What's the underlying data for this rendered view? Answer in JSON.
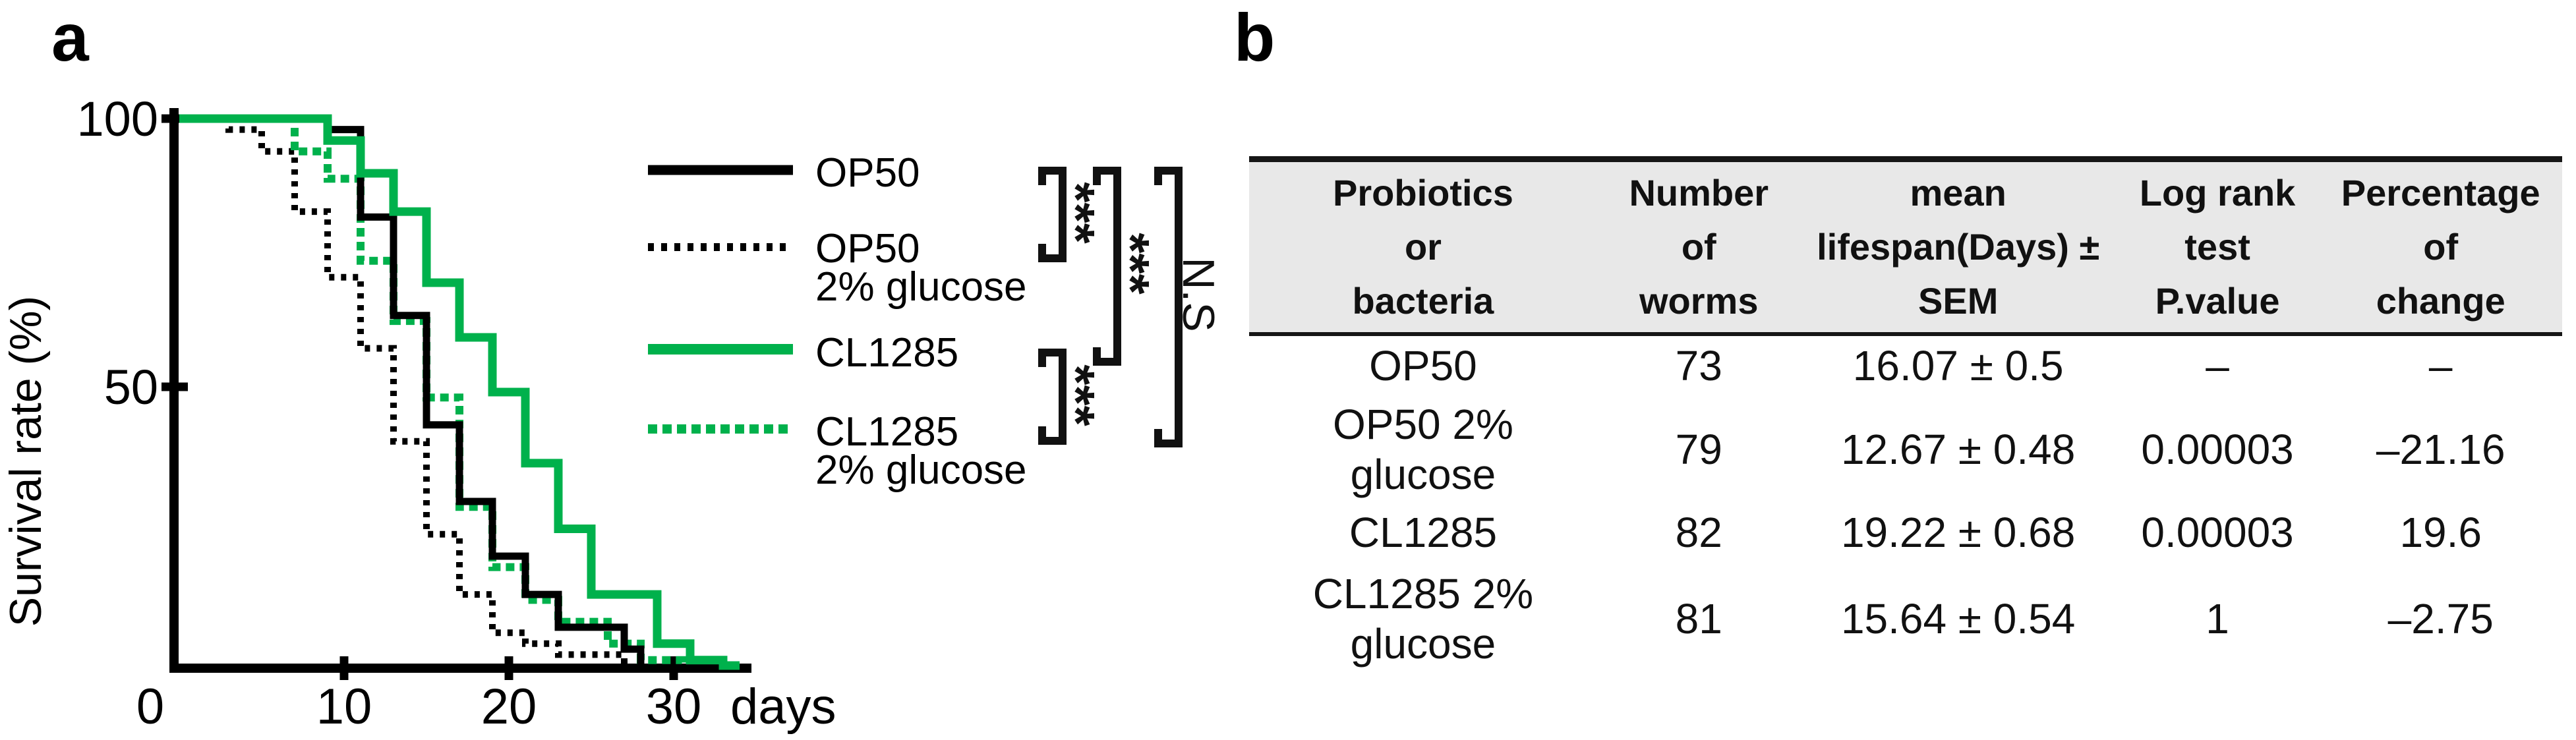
{
  "figure": {
    "panel_a_label": "a",
    "panel_b_label": "b"
  },
  "chart": {
    "y_axis_label": "Survival rate (%)",
    "x_axis_unit_label": "days",
    "y_tick_labels": {
      "t100": "100",
      "t50": "50"
    },
    "x_tick_labels": {
      "t0": "0",
      "t10": "10",
      "t20": "20",
      "t30": "30"
    },
    "accent_green": "#00b14c",
    "line_black": "#000000",
    "legend": [
      {
        "line1": "OP50",
        "line2": "",
        "style": "solid",
        "color": "#000000"
      },
      {
        "line1": "OP50",
        "line2": "2% glucose",
        "style": "dotted",
        "color": "#000000"
      },
      {
        "line1": "CL1285",
        "line2": "",
        "style": "solid",
        "color": "#00b14c"
      },
      {
        "line1": "CL1285",
        "line2": "2% glucose",
        "style": "dotted",
        "color": "#00b14c"
      }
    ],
    "significance": [
      {
        "between": "OP50 vs OP50 2% glucose",
        "label": "***"
      },
      {
        "between": "OP50 vs CL1285",
        "label": "***"
      },
      {
        "between": "OP50 vs CL1285 2% glucose",
        "label": "N.S"
      },
      {
        "between": "CL1285 vs CL1285 2% glucose",
        "label": "***"
      }
    ]
  },
  "chart_data": {
    "type": "line",
    "subtype": "kaplan-meier-step-survival",
    "title": "",
    "xlabel": "days",
    "ylabel": "Survival rate (%)",
    "xlim": [
      0,
      35
    ],
    "xticks": [
      0,
      10,
      20,
      30
    ],
    "ylim": [
      0,
      100
    ],
    "yticks": [
      0,
      50,
      100
    ],
    "grid": false,
    "legend_position": "right",
    "start_survival_percent": 100,
    "series": [
      {
        "name": "OP50",
        "color": "#000000",
        "line_style": "solid",
        "drop_days": [
          9,
          11,
          13,
          15,
          17,
          19,
          21,
          23,
          27,
          28
        ],
        "survival_after_drop": [
          98,
          82,
          64,
          44,
          30,
          20,
          13,
          7,
          3,
          0
        ],
        "baseline_until": 28
      },
      {
        "name": "OP50 2% glucose",
        "color": "#000000",
        "line_style": "dotted",
        "drop_days": [
          3,
          5,
          7,
          9,
          11,
          13,
          15,
          17,
          19,
          21,
          23,
          27
        ],
        "survival_after_drop": [
          98,
          94,
          83,
          71,
          58,
          41,
          24,
          13,
          6,
          4,
          2,
          0
        ],
        "baseline_until": 27
      },
      {
        "name": "CL1285",
        "color": "#00b14c",
        "line_style": "solid",
        "drop_days": [
          9,
          11,
          13,
          15,
          17,
          19,
          21,
          23,
          25,
          29,
          31,
          33
        ],
        "survival_after_drop": [
          96,
          90,
          83,
          70,
          60,
          50,
          37,
          25,
          13,
          4,
          1,
          0
        ],
        "baseline_until": 34
      },
      {
        "name": "CL1285 2% glucose",
        "color": "#00b14c",
        "line_style": "dotted",
        "drop_days": [
          7,
          9,
          11,
          13,
          15,
          17,
          19,
          21,
          23,
          26,
          28,
          30.5
        ],
        "survival_after_drop": [
          94,
          89,
          74,
          63,
          49,
          29,
          18,
          12,
          8,
          4,
          1,
          0
        ],
        "baseline_until": 30.5
      }
    ]
  },
  "table": {
    "columns": [
      {
        "lines": [
          "Probiotics",
          "or",
          "bacteria"
        ]
      },
      {
        "lines": [
          "Number",
          "of",
          "worms"
        ]
      },
      {
        "lines": [
          "mean",
          "lifespan(Days) ±",
          "SEM"
        ]
      },
      {
        "lines": [
          "Log rank",
          "test",
          "P.value"
        ]
      },
      {
        "lines": [
          "Percentage",
          "of",
          "change"
        ]
      }
    ],
    "rows": [
      {
        "name1": "OP50",
        "name2": "",
        "worms": "73",
        "lifespan": "16.07 ± 0.5",
        "pvalue": "–",
        "change": "–"
      },
      {
        "name1": "OP50 2%",
        "name2": "glucose",
        "worms": "79",
        "lifespan": "12.67 ± 0.48",
        "pvalue": "0.00003",
        "change": "–21.16"
      },
      {
        "name1": "CL1285",
        "name2": "",
        "worms": "82",
        "lifespan": "19.22 ± 0.68",
        "pvalue": "0.00003",
        "change": "19.6"
      },
      {
        "name1": "CL1285 2%",
        "name2": "glucose",
        "worms": "81",
        "lifespan": "15.64 ± 0.54",
        "pvalue": "1",
        "change": "–2.75"
      }
    ]
  }
}
